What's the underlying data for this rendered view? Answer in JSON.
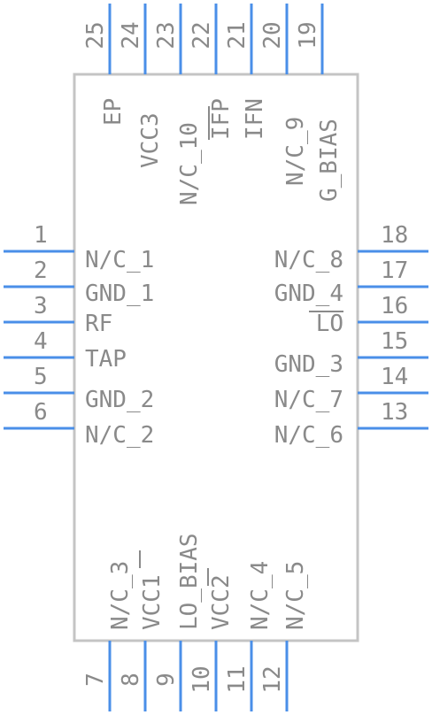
{
  "pin_color": "#4a8fe8",
  "body_stroke_color": "#c4c4c4",
  "text_color": "#8a8a8a",
  "pins": [
    {
      "num": "1",
      "label": "N/C_1"
    },
    {
      "num": "2",
      "label": "GND_1"
    },
    {
      "num": "3",
      "label": "RF"
    },
    {
      "num": "4",
      "label": "TAP"
    },
    {
      "num": "5",
      "label": "GND_2"
    },
    {
      "num": "6",
      "label": "N/C_2"
    },
    {
      "num": "7",
      "label": "N/C_3"
    },
    {
      "num": "8",
      "label": "VCC1"
    },
    {
      "num": "9",
      "label": "LO_BIAS"
    },
    {
      "num": "10",
      "label": "VCC2"
    },
    {
      "num": "11",
      "label": "N/C_4"
    },
    {
      "num": "12",
      "label": "N/C_5"
    },
    {
      "num": "13",
      "label": "N/C_6"
    },
    {
      "num": "14",
      "label": "N/C_7"
    },
    {
      "num": "15",
      "label": "GND_3"
    },
    {
      "num": "16",
      "label": "LO"
    },
    {
      "num": "17",
      "label": "GND_4"
    },
    {
      "num": "18",
      "label": "N/C_8"
    },
    {
      "num": "19",
      "label": "G_BIAS"
    },
    {
      "num": "20",
      "label": "N/C_9"
    },
    {
      "num": "21",
      "label": "IFN"
    },
    {
      "num": "22",
      "label": "IFP"
    },
    {
      "num": "23",
      "label": "N/C_10"
    },
    {
      "num": "24",
      "label": "VCC3"
    },
    {
      "num": "25",
      "label": "EP"
    }
  ]
}
